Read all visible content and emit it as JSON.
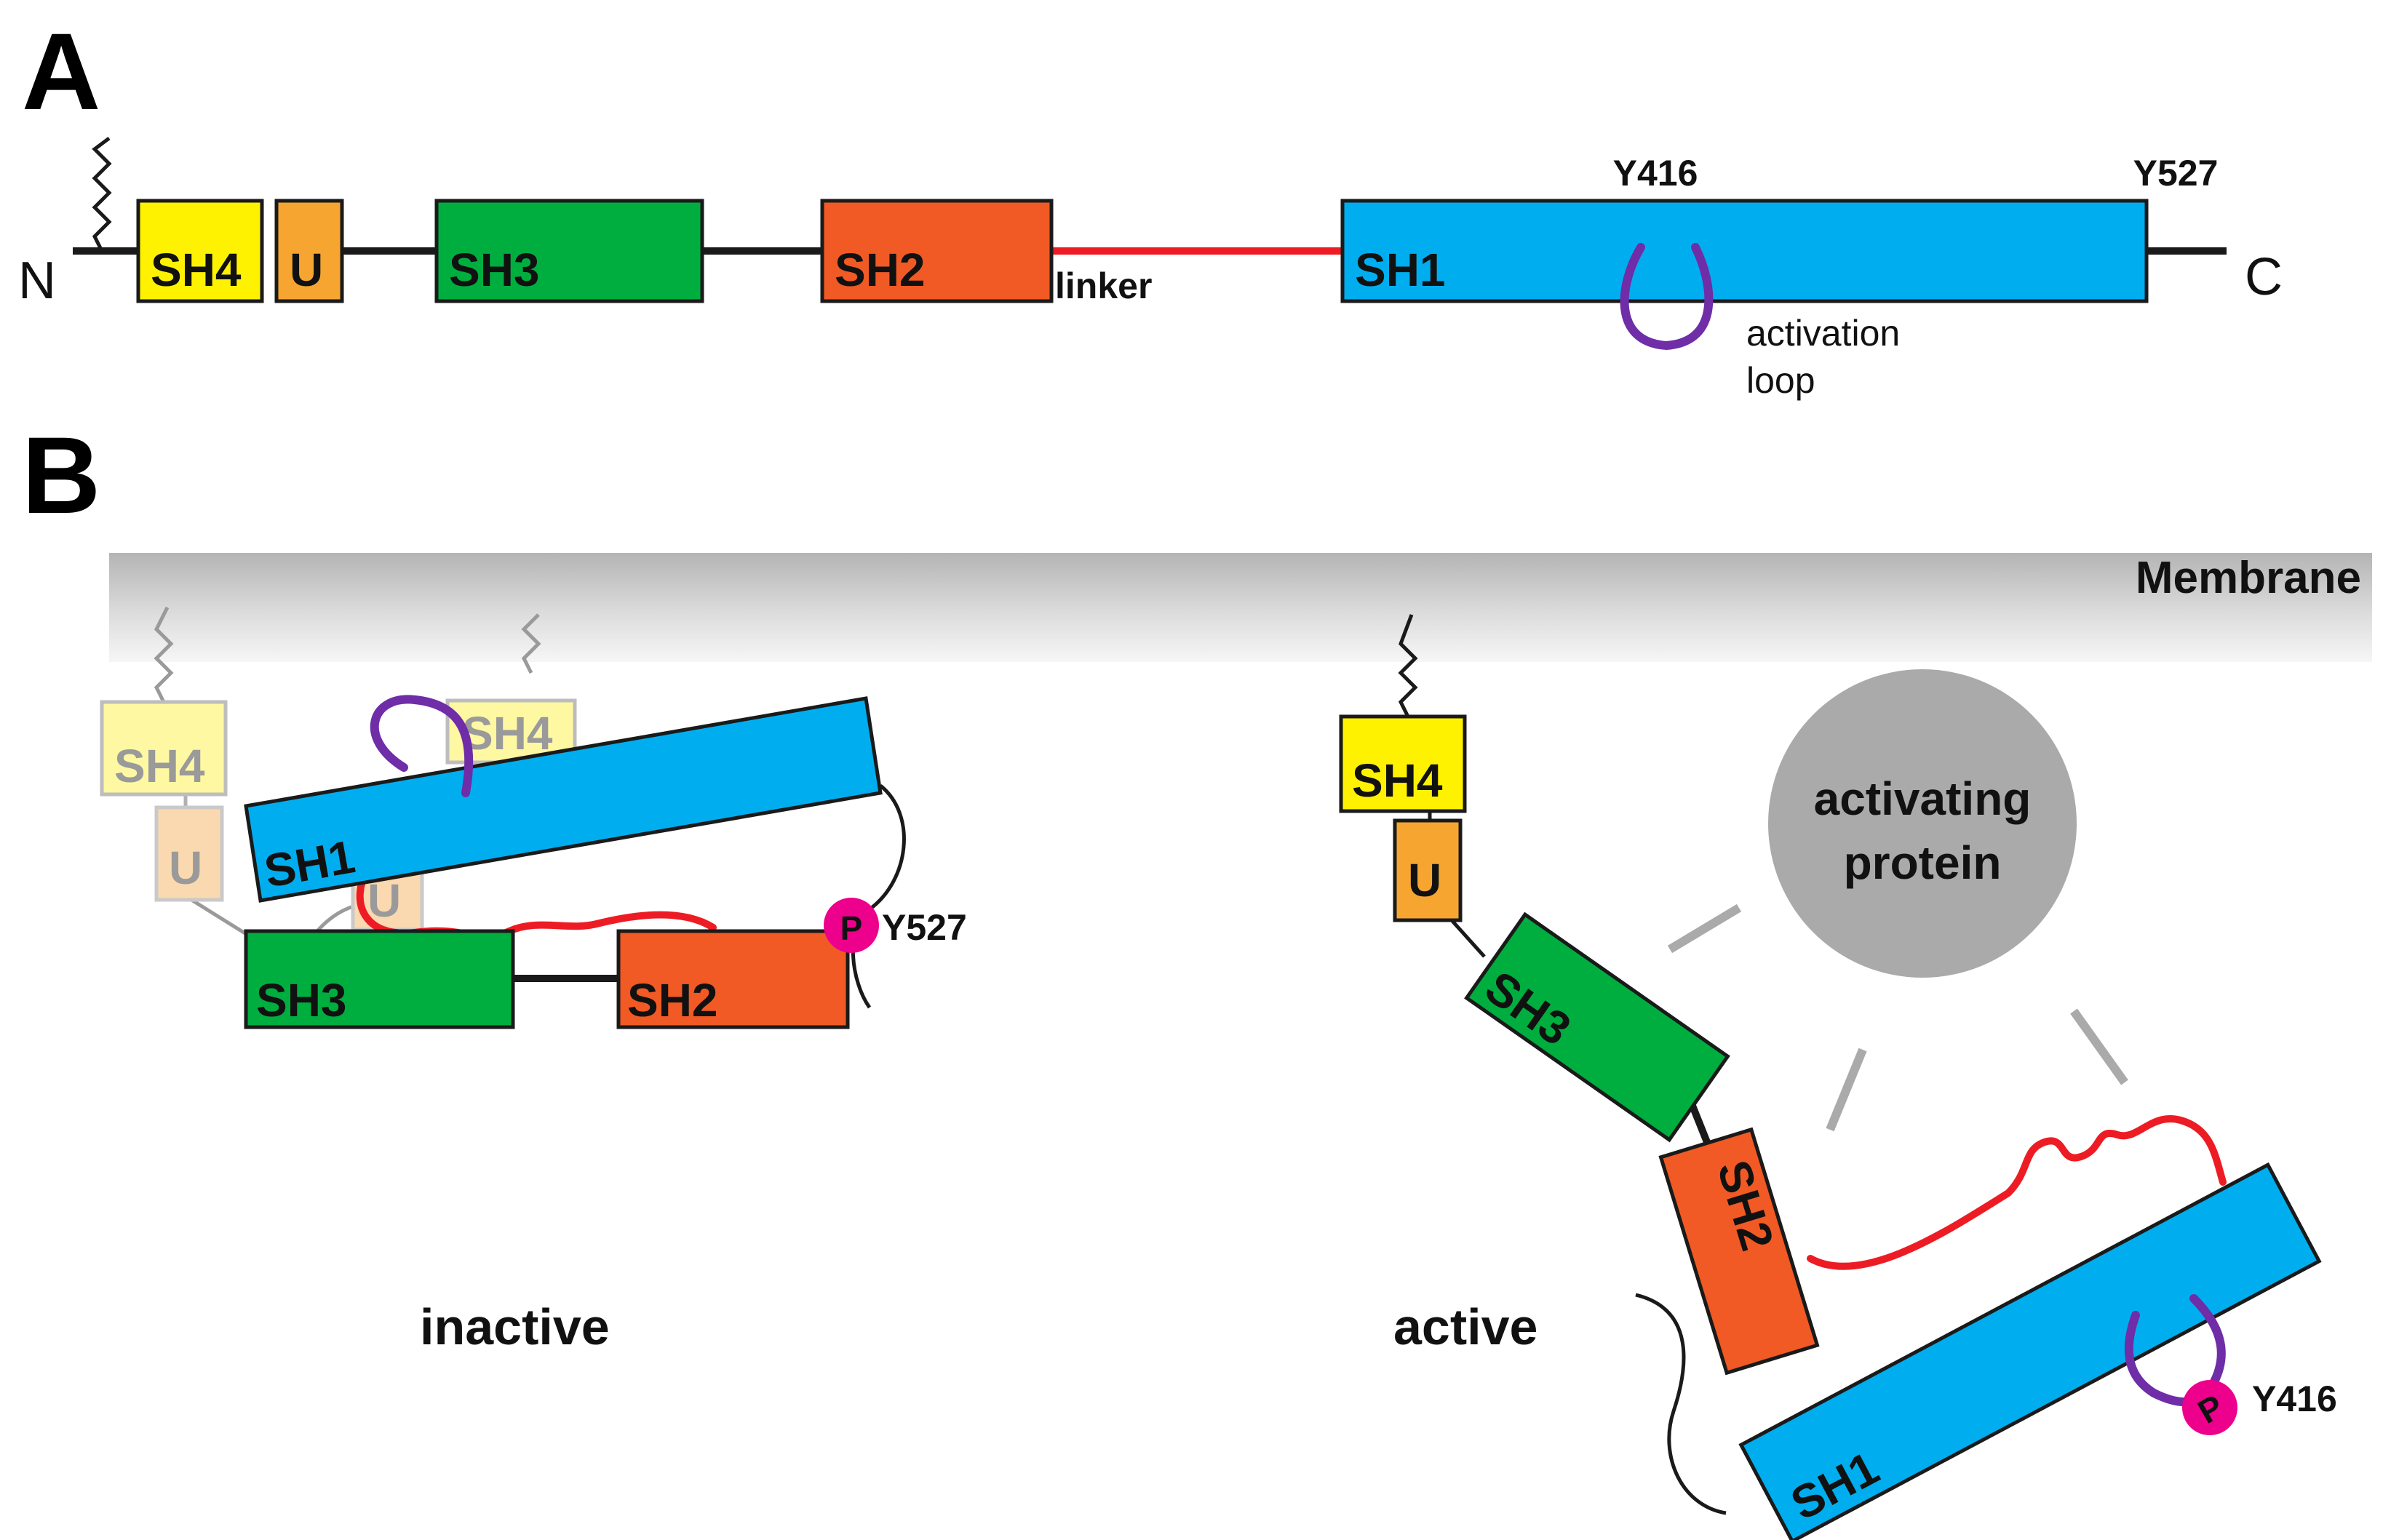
{
  "panels": {
    "a": "A",
    "b": "B"
  },
  "colors": {
    "sh4": "#FFF200",
    "u": "#F7A531",
    "sh3": "#00AE3F",
    "sh2": "#F15A24",
    "sh1": "#00AEEF",
    "linker": "#ED1C24",
    "activation_loop": "#6F2DA8",
    "phospho": "#EC008C",
    "activating_protein": "#AAAAAA"
  },
  "linear": {
    "n_terminus": "N",
    "c_terminus": "C",
    "sh4": "SH4",
    "u": "U",
    "sh3": "SH3",
    "sh2": "SH2",
    "linker": "linker",
    "sh1": "SH1",
    "y416": "Y416",
    "y527": "Y527",
    "activation_loop_line1": "activation",
    "activation_loop_line2": "loop"
  },
  "structural": {
    "membrane": "Membrane",
    "inactive": {
      "state_label": "inactive",
      "sh4_back": "SH4",
      "u_back": "U",
      "sh4_front": "SH4",
      "u_front": "U",
      "sh1": "SH1",
      "sh3": "SH3",
      "sh2": "SH2",
      "phospho": "P",
      "phospho_site": "Y527"
    },
    "active": {
      "state_label": "active",
      "sh4": "SH4",
      "u": "U",
      "sh3": "SH3",
      "sh2": "SH2",
      "sh1": "SH1",
      "activating_protein_line1": "activating",
      "activating_protein_line2": "protein",
      "phospho": "P",
      "phospho_site": "Y416"
    }
  }
}
